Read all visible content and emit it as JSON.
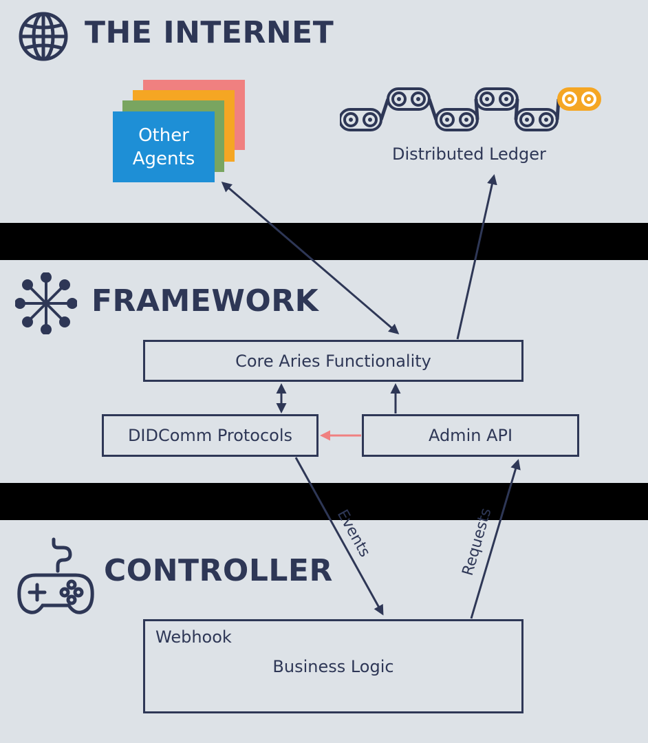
{
  "colors": {
    "background": "#dde2e7",
    "ink": "#2e3756",
    "band": "#000000",
    "agents_blue": "#1e8fd6",
    "agents_green": "#79a560",
    "agents_orange": "#f5a623",
    "agents_red": "#f08080",
    "ledger_accent": "#f5a623",
    "pink_arrow": "#f08080"
  },
  "icons": {
    "internet": "globe-icon",
    "framework": "network-hub-icon",
    "controller": "gamepad-icon",
    "ledger": "chain-icon"
  },
  "sections": {
    "internet": {
      "heading": "THE INTERNET"
    },
    "framework": {
      "heading": "FRAMEWORK"
    },
    "controller": {
      "heading": "CONTROLLER"
    }
  },
  "internet": {
    "other_agents": {
      "line1": "Other",
      "line2": "Agents"
    },
    "ledger_label": "Distributed Ledger"
  },
  "framework": {
    "core": "Core Aries Functionality",
    "didcomm": "DIDComm Protocols",
    "admin_api": "Admin API"
  },
  "controller": {
    "webhook": "Webhook",
    "business_logic": "Business Logic"
  },
  "edges": {
    "events_label": "Events",
    "requests_label": "Requests"
  }
}
